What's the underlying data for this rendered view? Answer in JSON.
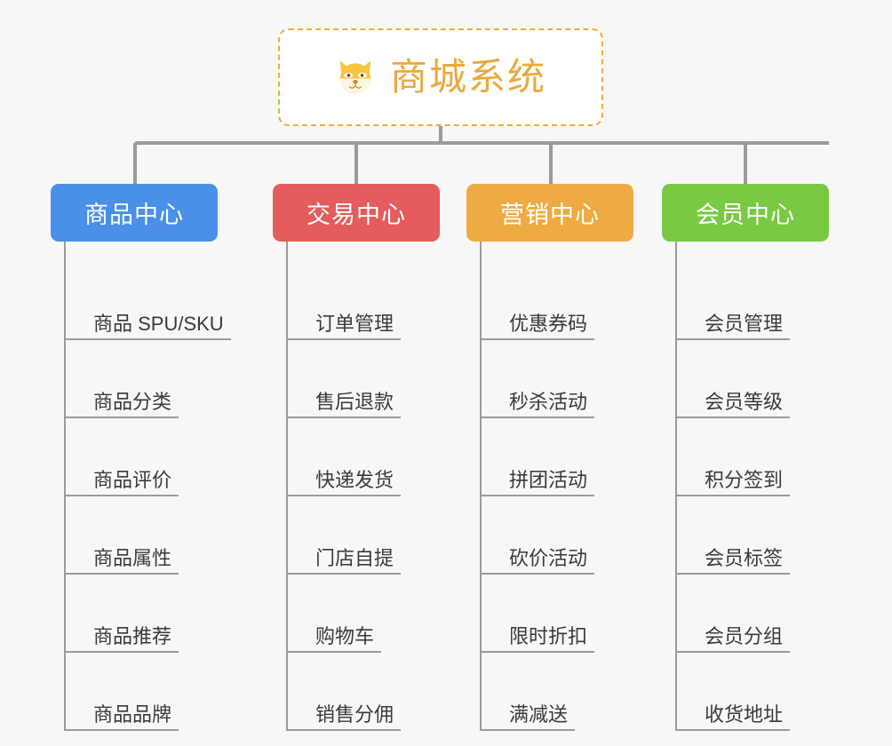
{
  "background_color": "#f7f7f7",
  "root": {
    "icon": "shiba-dog-face-icon",
    "title": "商城系统",
    "title_color": "#e8a93d",
    "border_color": "#f0ab3d"
  },
  "connector_color": "#9a9a9a",
  "columns": [
    {
      "header": "商品中心",
      "color": "#4a90e8",
      "items": [
        "商品 SPU/SKU",
        "商品分类",
        "商品评价",
        "商品属性",
        "商品推荐",
        "商品品牌"
      ]
    },
    {
      "header": "交易中心",
      "color": "#e45c5c",
      "items": [
        "订单管理",
        "售后退款",
        "快递发货",
        "门店自提",
        "购物车",
        "销售分佣"
      ]
    },
    {
      "header": "营销中心",
      "color": "#eeab44",
      "items": [
        "优惠券码",
        "秒杀活动",
        "拼团活动",
        "砍价活动",
        "限时折扣",
        "满减送"
      ]
    },
    {
      "header": "会员中心",
      "color": "#7ac943",
      "items": [
        "会员管理",
        "会员等级",
        "积分签到",
        "会员标签",
        "会员分组",
        "收货地址"
      ]
    }
  ]
}
